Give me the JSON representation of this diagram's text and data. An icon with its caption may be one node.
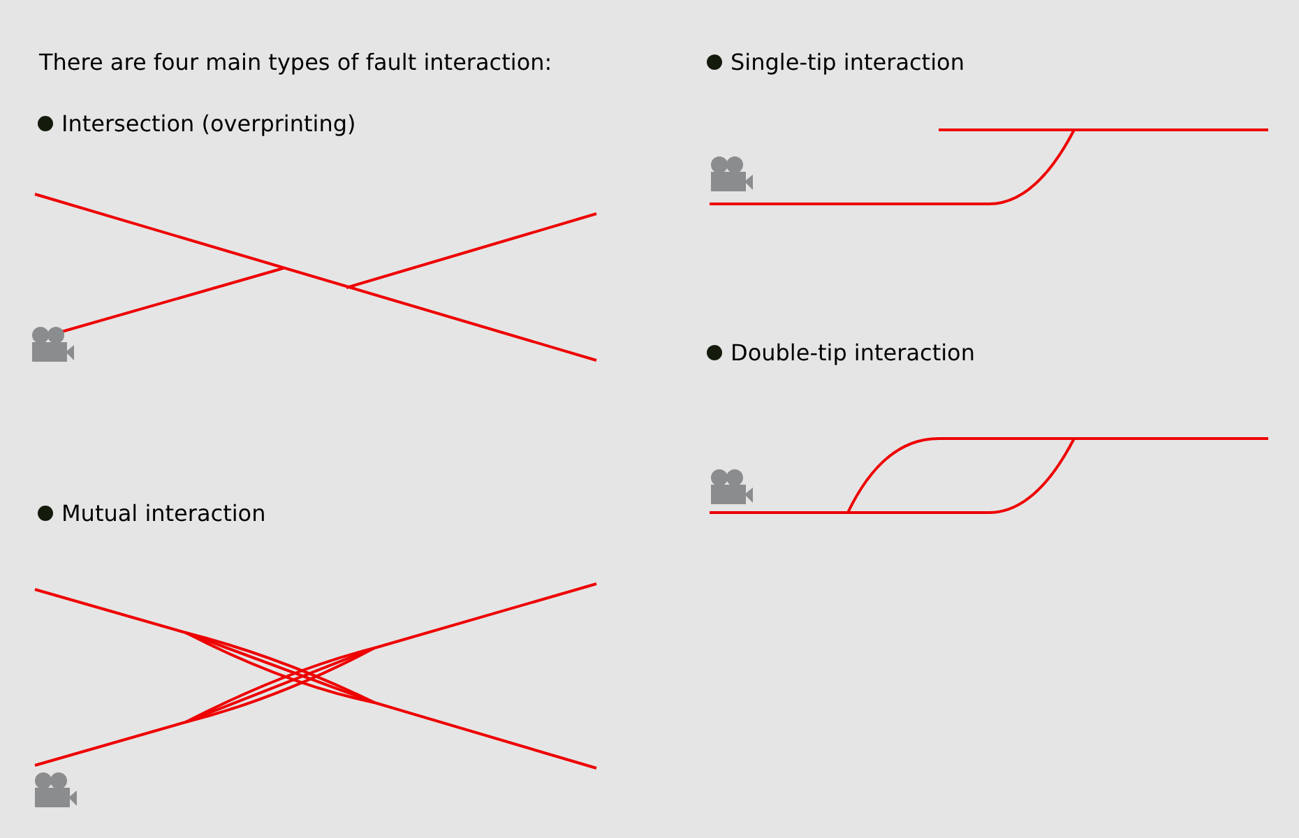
{
  "diagram": {
    "title": "There are four main types of fault interaction:",
    "labels": [
      "Intersection (overprinting)",
      "Mutual interaction",
      "Single-tip interaction",
      "Double-tip interaction"
    ]
  }
}
